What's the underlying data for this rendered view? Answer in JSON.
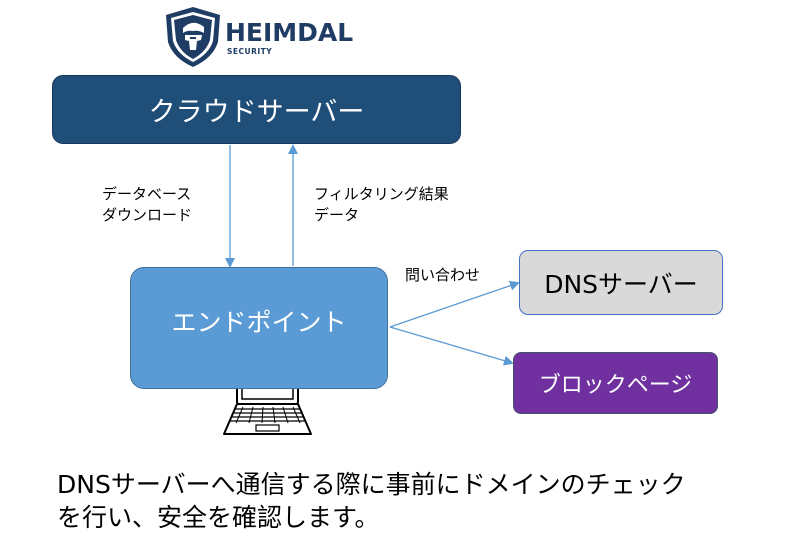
{
  "logo": {
    "brand": "HEIMDAL",
    "sub": "SECURITY"
  },
  "nodes": {
    "cloud_server": "クラウドサーバー",
    "endpoint": "エンドポイント",
    "dns_server": "DNSサーバー",
    "block_page": "ブロックページ"
  },
  "edges": {
    "db_download": [
      "データベース",
      "ダウンロード"
    ],
    "filter_result": [
      "フィルタリング結果",
      "データ"
    ],
    "query": "問い合わせ"
  },
  "caption": [
    "DNSサーバーへ通信する際に事前にドメインのチェック",
    "を行い、安全を確認します。"
  ],
  "colors": {
    "cloud_fill": "#1f4e79",
    "endpoint_fill": "#5b9bd5",
    "dns_fill": "#d9d9d9",
    "block_fill": "#7030a0",
    "arrow": "#5b9bd5",
    "brand": "#1f3c64"
  }
}
